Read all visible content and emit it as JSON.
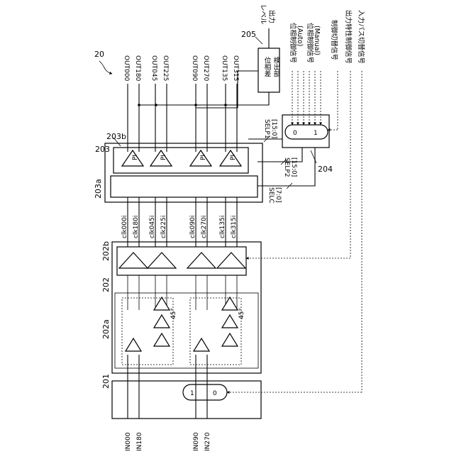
{
  "figure_ref": "20",
  "blocks": {
    "b201": "201",
    "b202": "202",
    "b202a": "202a",
    "b202b": "202b",
    "b203": "203",
    "b203a": "203a",
    "b203b": "203b",
    "b204": "204",
    "b205": "205"
  },
  "phase_detector_label": [
    "位相差",
    "検出部"
  ],
  "level_output_label": [
    "レベル",
    "出力"
  ],
  "outputs": [
    "OUT000",
    "OUT180",
    "OUT045",
    "OUT225",
    "OUT090",
    "OUT270",
    "OUT135",
    "OUT315"
  ],
  "inputs": [
    "IN000",
    "IN180",
    "IN090",
    "IN270"
  ],
  "clocks": [
    "clk000i",
    "clk180i",
    "clk045i",
    "clk225i",
    "clk090i",
    "clk270i",
    "clk135i",
    "clk315i"
  ],
  "pi_label": "PI",
  "angle_label": "45°",
  "mux_labels": {
    "zero": "0",
    "one": "1"
  },
  "bus_labels": {
    "selp1": [
      "SELP1",
      "[15:0]"
    ],
    "selp2": [
      "SELP2",
      "[15:0]"
    ],
    "selc": [
      "SELC",
      "[7:0]"
    ]
  },
  "control_signals": {
    "auto": [
      "位相制御信号",
      "(Auto)"
    ],
    "manual": [
      "位相制御信号",
      "(Manual)"
    ],
    "control_switch": "制御切替信号",
    "output_char": "出力特性制御信号",
    "input_path": "入力パス切替信号"
  }
}
